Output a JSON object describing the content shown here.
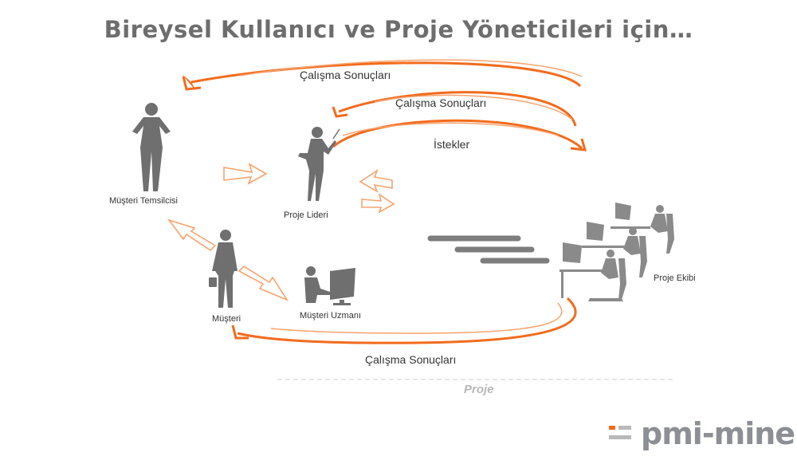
{
  "title": "Bireysel Kullanıcı ve Proje Yöneticileri için…",
  "roles": {
    "musteri_temsilcisi": "Müşteri Temsilcisi",
    "proje_lideri": "Proje Lideri",
    "musteri": "Müşteri",
    "musteri_uzmani": "Müşteri Uzmanı",
    "proje_ekibi": "Proje Ekibi"
  },
  "flows": {
    "top_results": "Çalışma Sonuçları",
    "mid_results": "Çalışma Sonuçları",
    "requests": "İstekler",
    "bottom_results": "Çalışma Sonuçları"
  },
  "footer": {
    "project": "Proje",
    "brand": "pmi-mine"
  },
  "colors": {
    "arrow": "#f26b1d",
    "arrow_light": "#f7a36e",
    "figure": "#7a7a7a",
    "text": "#333333"
  }
}
